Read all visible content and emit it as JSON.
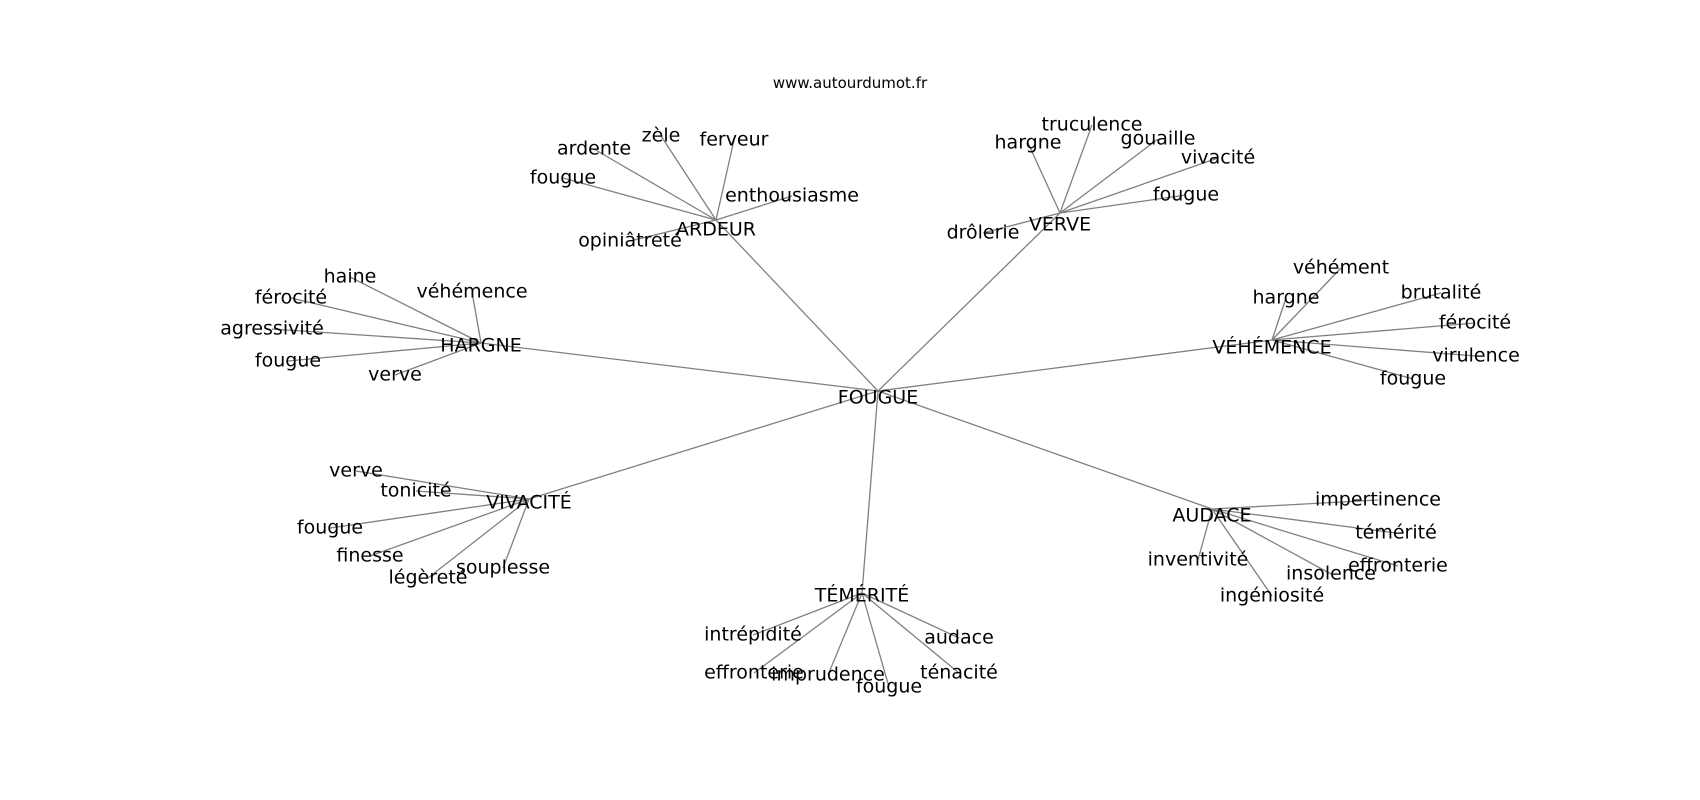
{
  "site": "www.autourdumot.fr",
  "root": "FOUGUE",
  "clusters": [
    {
      "label": "ARDEUR",
      "words": [
        "ardente",
        "zèle",
        "ferveur",
        "fougue",
        "enthousiasme",
        "opiniâtreté"
      ]
    },
    {
      "label": "VERVE",
      "words": [
        "hargne",
        "truculence",
        "gouaille",
        "vivacité",
        "fougue",
        "drôlerie"
      ]
    },
    {
      "label": "HARGNE",
      "words": [
        "haine",
        "férocité",
        "agressivité",
        "fougue",
        "verve",
        "véhémence"
      ]
    },
    {
      "label": "VÉHÉMENCE",
      "words": [
        "véhément",
        "hargne",
        "brutalité",
        "férocité",
        "virulence",
        "fougue"
      ]
    },
    {
      "label": "VIVACITÉ",
      "words": [
        "verve",
        "tonicité",
        "fougue",
        "finesse",
        "légèreté",
        "souplesse"
      ]
    },
    {
      "label": "AUDACE",
      "words": [
        "impertinence",
        "témérité",
        "effronterie",
        "insolence",
        "ingéniosité",
        "inventivité"
      ]
    },
    {
      "label": "TÉMÉRITÉ",
      "words": [
        "intrépidité",
        "effronterie",
        "imprudence",
        "fougue",
        "audace",
        "ténacité"
      ]
    }
  ]
}
